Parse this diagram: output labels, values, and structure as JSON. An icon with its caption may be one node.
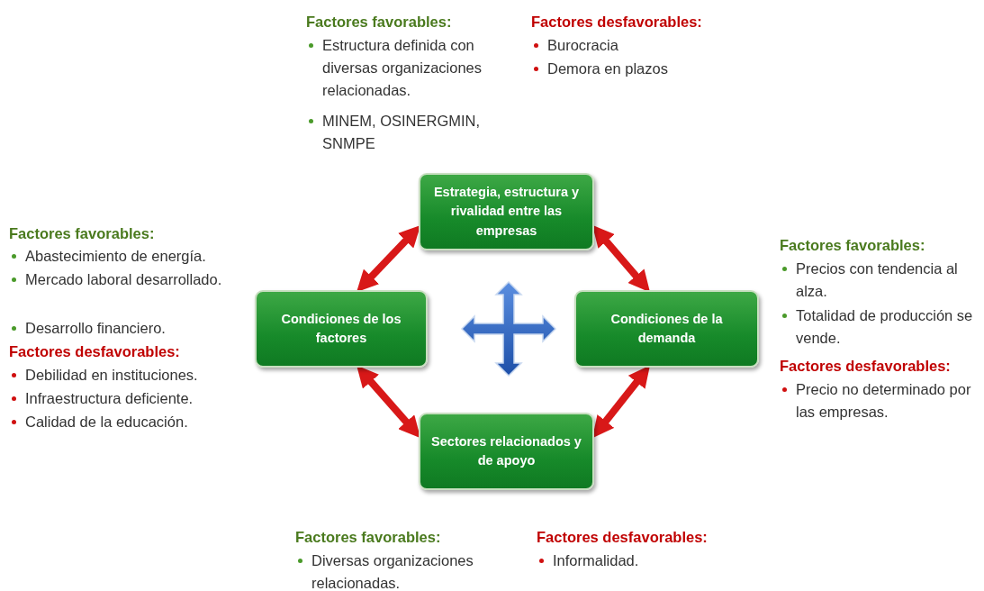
{
  "diagram": {
    "nodes": [
      {
        "text": [
          "Estrategia, estructura y rivalidad entre las empresas"
        ]
      },
      {
        "text": [
          "Condiciones de los factores"
        ]
      },
      {
        "text": [
          "Condiciones de la demanda"
        ]
      },
      {
        "text": [
          "Sectores relacionados y de apoyo"
        ]
      }
    ],
    "edges": [
      {
        "from": 0,
        "to": 1,
        "arrow": "both"
      },
      {
        "from": 0,
        "to": 2,
        "arrow": "both"
      },
      {
        "from": 1,
        "to": 3,
        "arrow": "both"
      },
      {
        "from": 2,
        "to": 3,
        "arrow": "both"
      }
    ],
    "labels": [
      "Factores favorables:",
      "Estructura definida con diversas organizaciones relacionadas.",
      "MINEM, OSINERGMIN, SNMPE",
      "Factores desfavorables:",
      "Burocracia",
      "Demora en plazos",
      "Factores favorables:",
      "Abastecimiento de energía.",
      "Mercado laboral desarrollado.",
      "Desarrollo financiero.",
      "Factores desfavorables:",
      "Debilidad en instituciones.",
      "Infraestructura deficiente.",
      "Calidad de la educación.",
      "Factores favorables:",
      "Precios con tendencia al alza.",
      "Totalidad de producción se vende.",
      "Factores desfavorables:",
      "Precio no determinado por las empresas.",
      "Factores favorables:",
      "Diversas organizaciones relacionadas.",
      "Factores desfavorables:",
      "Informalidad."
    ]
  }
}
